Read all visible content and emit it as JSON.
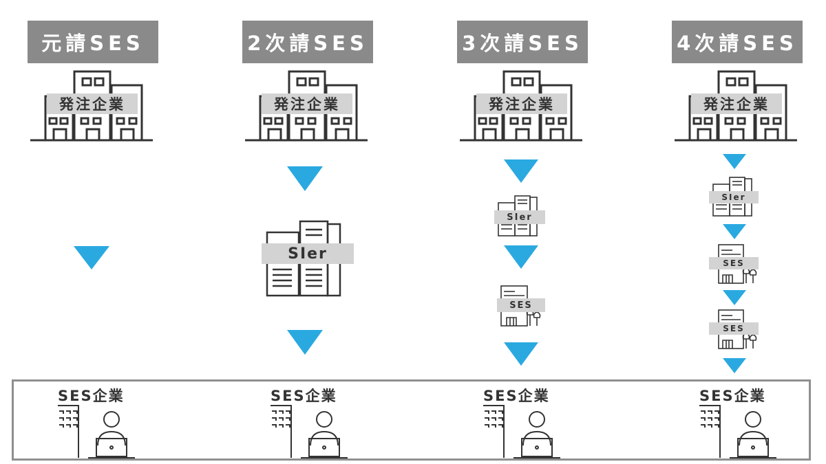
{
  "columns": [
    {
      "header": "元請SES",
      "client": "発注企業",
      "bottom": "SES企業"
    },
    {
      "header": "2次請SES",
      "client": "発注企業",
      "bottom": "SES企業",
      "intermediaries": [
        "SIer"
      ]
    },
    {
      "header": "3次請SES",
      "client": "発注企業",
      "bottom": "SES企業",
      "intermediaries": [
        "SIer",
        "SES"
      ]
    },
    {
      "header": "4次請SES",
      "client": "発注企業",
      "bottom": "SES企業",
      "intermediaries": [
        "SIer",
        "SES",
        "SES"
      ]
    }
  ],
  "colors": {
    "header_bg": "#8a8a8a",
    "arrow": "#2aa9e0",
    "label_bg": "#d3d3d3",
    "line": "#333333"
  },
  "icons": [
    "office-building-icon",
    "arrow-down-icon",
    "person-at-laptop-icon"
  ]
}
